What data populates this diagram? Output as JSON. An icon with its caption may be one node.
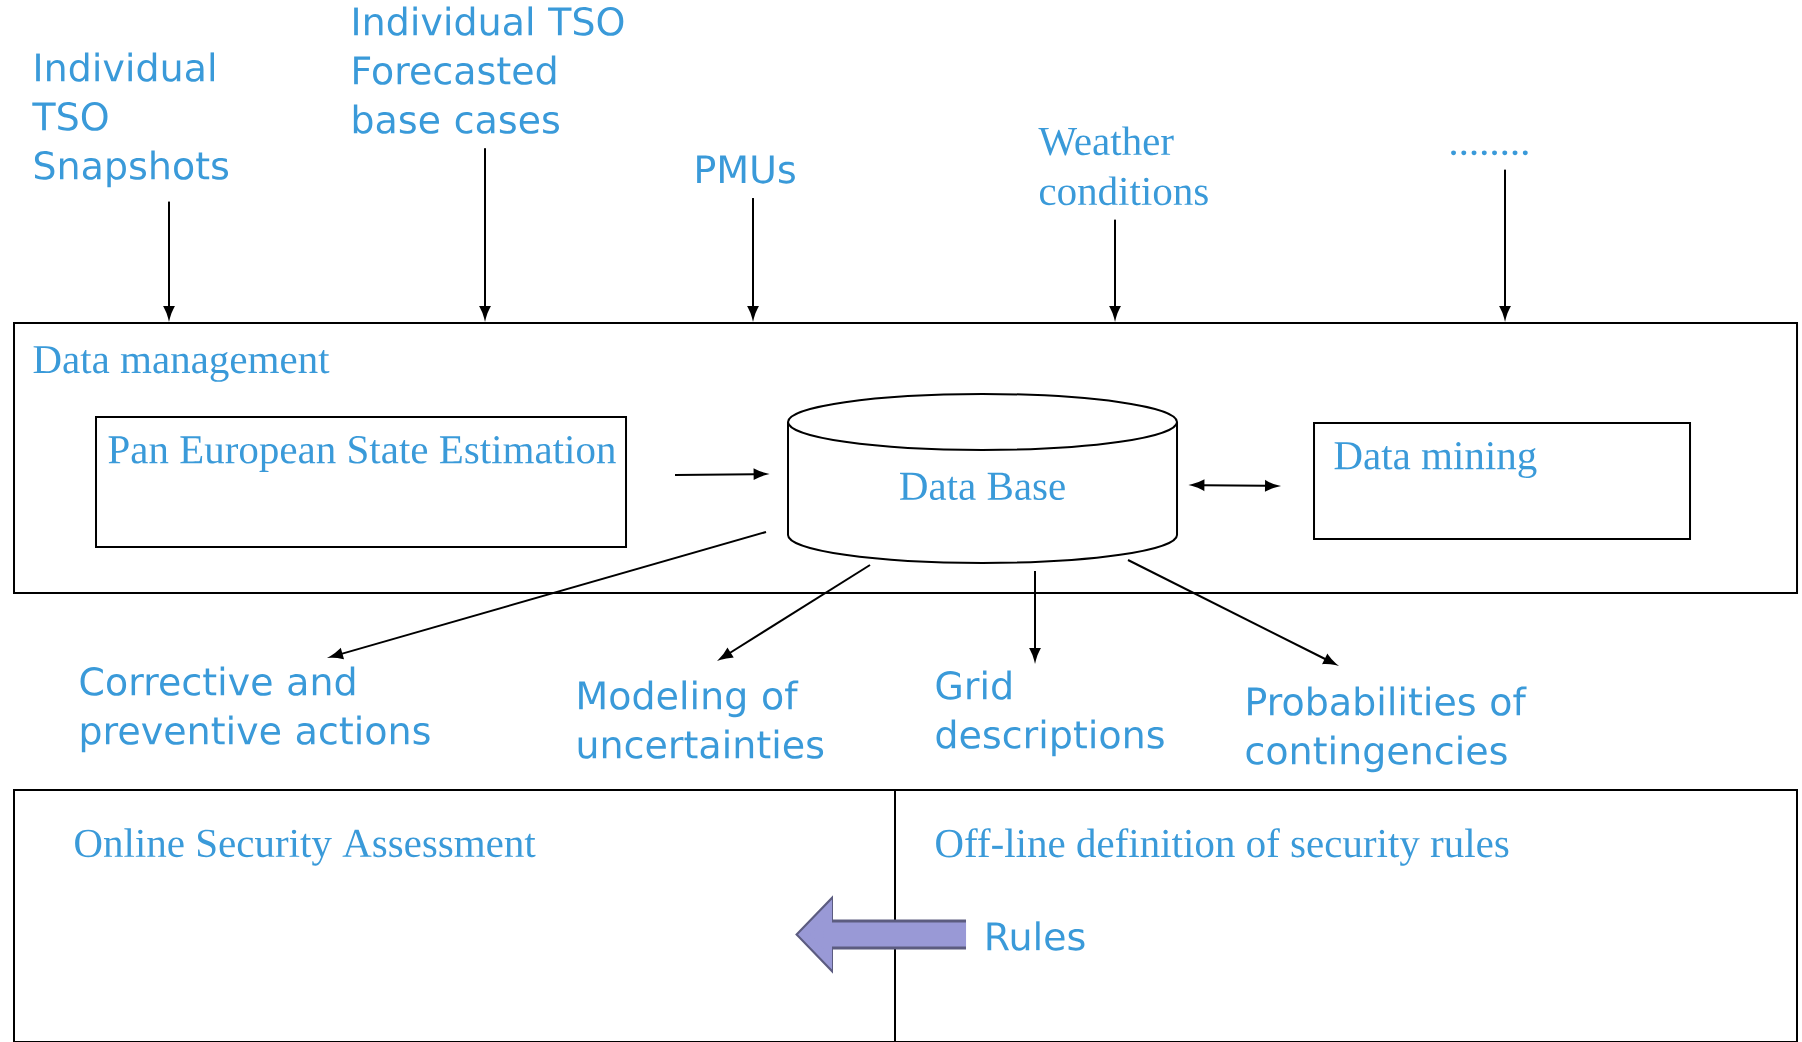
{
  "diagram": {
    "nodes": [
      {
        "text": [
          "Individual TSO Snapshots"
        ]
      },
      {
        "text": [
          "Individual TSO Forecasted base cases"
        ]
      },
      {
        "text": [
          "PMUs"
        ]
      },
      {
        "text": [
          "Weather conditions"
        ]
      },
      {
        "text": [
          "........"
        ]
      },
      {
        "text": [
          "Data management"
        ]
      },
      {
        "text": [
          "Pan European State Estimation"
        ],
        "in": 5
      },
      {
        "text": [
          "Data Base"
        ],
        "in": 5
      },
      {
        "text": [
          "Data mining"
        ],
        "in": 5
      },
      {
        "text": [
          "Corrective and preventive actions"
        ]
      },
      {
        "text": [
          "Modeling of uncertainties"
        ]
      },
      {
        "text": [
          "Grid descriptions"
        ]
      },
      {
        "text": [
          "Probabilities of contingencies"
        ]
      },
      {
        "text": [
          "Online Security Assessment"
        ]
      },
      {
        "text": [
          "Off-line definition of security rules"
        ]
      }
    ],
    "edges": [
      {
        "from": 0,
        "to": 5,
        "arrow": "to"
      },
      {
        "from": 1,
        "to": 5,
        "arrow": "to"
      },
      {
        "from": 2,
        "to": 5,
        "arrow": "to"
      },
      {
        "from": 3,
        "to": 5,
        "arrow": "to"
      },
      {
        "from": 4,
        "to": 5,
        "arrow": "to"
      },
      {
        "from": 6,
        "to": 7,
        "arrow": "to"
      },
      {
        "from": 7,
        "to": 8,
        "arrow": "both"
      },
      {
        "from": 7,
        "to": 9,
        "arrow": "to"
      },
      {
        "from": 7,
        "to": 10,
        "arrow": "to"
      },
      {
        "from": 7,
        "to": 11,
        "arrow": "to"
      },
      {
        "from": 7,
        "to": 12,
        "arrow": "to"
      },
      {
        "from": 14,
        "to": 13,
        "arrow": "to",
        "label": "Rules",
        "style": "thick",
        "color": "#9999d6"
      }
    ]
  }
}
